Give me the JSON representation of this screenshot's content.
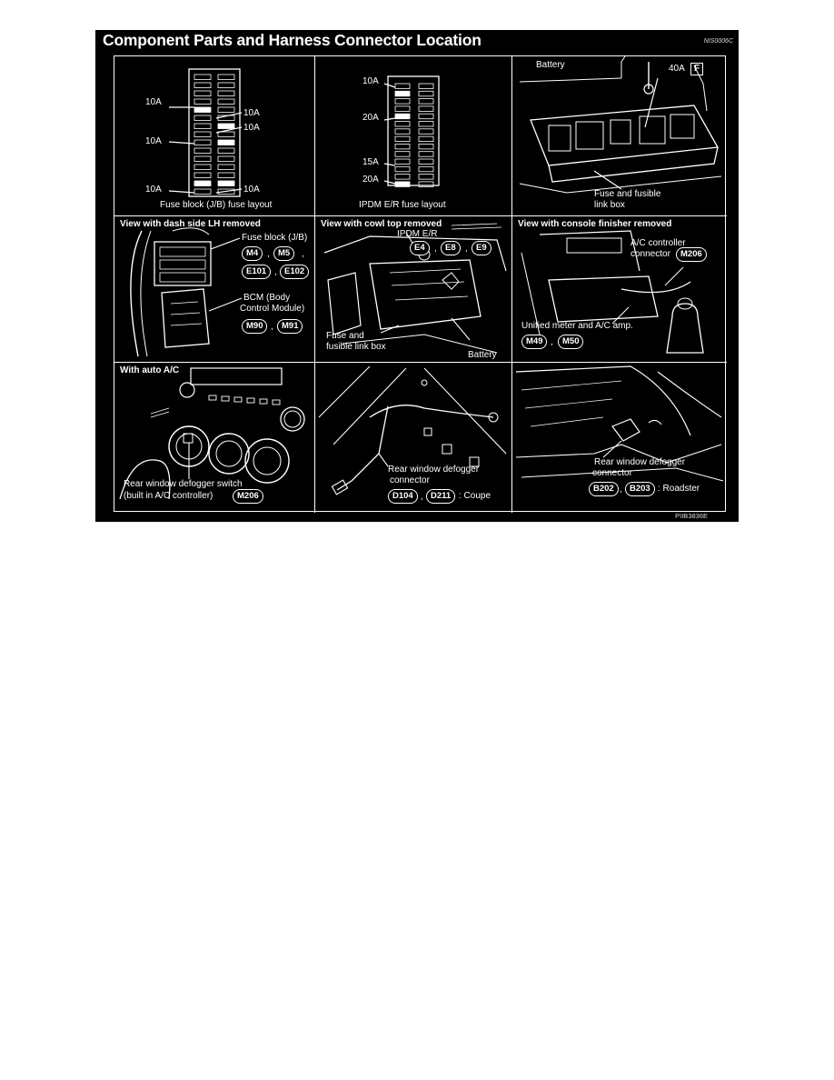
{
  "header": {
    "title": "Component Parts and Harness Connector Location",
    "code": "NIS0006C"
  },
  "footer": {
    "code": "PIIB3836E"
  },
  "cells": {
    "jb_fuse": {
      "caption": "Fuse block (J/B) fuse layout",
      "labels": [
        "10A",
        "10A",
        "10A",
        "10A",
        "10A",
        "10A"
      ]
    },
    "ipdm_fuse": {
      "caption": "IPDM E/R fuse layout",
      "labels": [
        "10A",
        "20A",
        "15A",
        "20A"
      ]
    },
    "battery_box": {
      "battery": "Battery",
      "fuse_label": "40A",
      "f_mark": "F",
      "caption_1": "Fuse and fusible",
      "caption_2": "link box"
    },
    "dash_side": {
      "heading": "View with dash side LH removed",
      "fuse_block_label": "Fuse block (J/B)",
      "fuse_block_connectors": [
        "M4",
        "M5",
        "E101",
        "E102"
      ],
      "bcm_label_1": "BCM (Body",
      "bcm_label_2": "Control Module)",
      "bcm_connectors": [
        "M90",
        "M91"
      ]
    },
    "cowl_top": {
      "heading": "View with cowl top removed",
      "ipdm_label": "IPDM E/R",
      "ipdm_connectors": [
        "E4",
        "E8",
        "E9"
      ],
      "fuse_label_1": "Fuse and",
      "fuse_label_2": "fusible link box",
      "battery_label": "Battery"
    },
    "console": {
      "heading": "View with console finisher removed",
      "ac_label_1": "A/C controller",
      "ac_label_2": "connector",
      "ac_connector": "M206",
      "meter_label": "Unified meter and A/C amp.",
      "meter_connectors": [
        "M49",
        "M50"
      ]
    },
    "auto_ac": {
      "heading": "With auto A/C",
      "switch_label_1": "Rear window defogger switch",
      "switch_label_2": "(built in A/C controller)",
      "switch_connector": "M206"
    },
    "coupe": {
      "label_1": "Rear window defogger",
      "label_2": "connector",
      "connectors": [
        "D104",
        "D211"
      ],
      "variant": ": Coupe"
    },
    "roadster": {
      "label_1": "Rear window defogger",
      "label_2": "connector",
      "connectors": [
        "B202",
        "B203"
      ],
      "variant": ": Roadster"
    }
  },
  "colors": {
    "background": "#000000",
    "ink": "#ffffff",
    "page": "#ffffff"
  }
}
